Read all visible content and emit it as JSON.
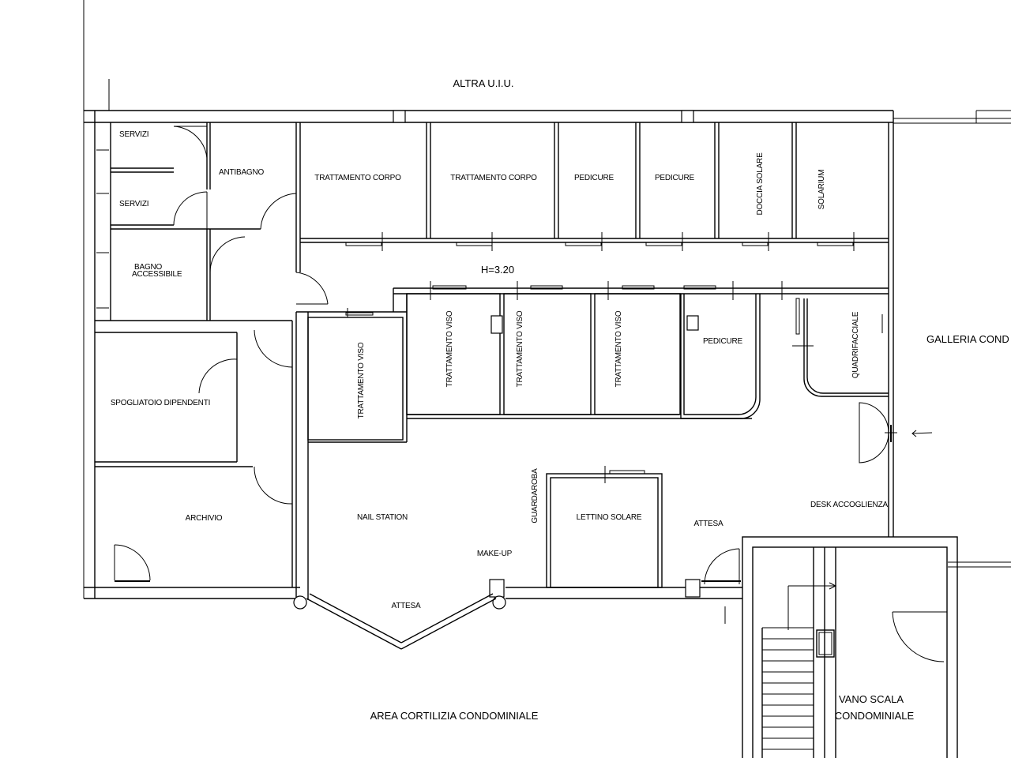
{
  "labels": {
    "altra_uiu": "ALTRA U.I.U.",
    "servizi_1": "SERVIZI",
    "servizi_2": "SERVIZI",
    "antibagno": "ANTIBAGNO",
    "bagno_1": "BAGNO",
    "bagno_2": "ACCESSIBILE",
    "trattamento_corpo_1": "TRATTAMENTO CORPO",
    "trattamento_corpo_2": "TRATTAMENTO CORPO",
    "pedicure_1": "PEDICURE",
    "pedicure_2": "PEDICURE",
    "doccia_solare": "DOCCIA SOLARE",
    "solarium": "SOLARIUM",
    "height": "H=3.20",
    "trattamento_viso_1": "TRATTAMENTO VISO",
    "trattamento_viso_2": "TRATTAMENTO VISO",
    "trattamento_viso_3": "TRATTAMENTO VISO",
    "trattamento_viso_4": "TRATTAMENTO VISO",
    "pedicure_3": "PEDICURE",
    "quadrifacciale": "QUADRIFACCIALE",
    "galleria": "GALLERIA COND",
    "spogliatoio": "SPOGLIATOIO DIPENDENTI",
    "archivio": "ARCHIVIO",
    "nail_station": "NAIL STATION",
    "guardaroba": "GUARDAROBA",
    "lettino_solare": "LETTINO SOLARE",
    "attesa_1": "ATTESA",
    "desk": "DESK ACCOGLIENZA",
    "make_up": "MAKE-UP",
    "attesa_2": "ATTESA",
    "area_cortilizia": "AREA CORTILIZIA CONDOMINIALE",
    "vano_scala_1": "VANO SCALA",
    "vano_scala_2": "CONDOMINIALE"
  }
}
